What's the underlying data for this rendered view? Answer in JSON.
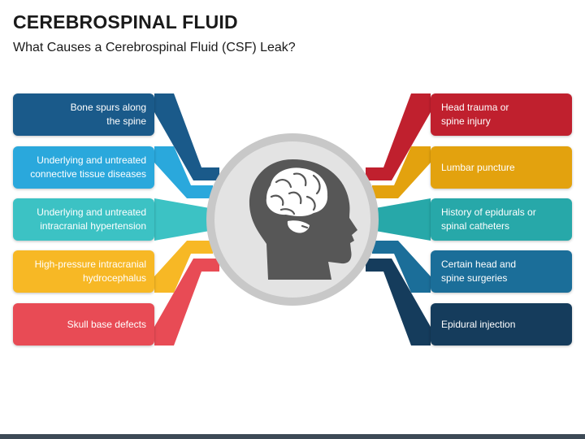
{
  "title": "CEREBROSPINAL FLUID",
  "subtitle": "What Causes a Cerebrospinal Fluid (CSF) Leak?",
  "colors": {
    "navy": "#1a5a8a",
    "sky": "#2aa8dc",
    "teal": "#3cc2c4",
    "yellow": "#f7b825",
    "red": "#e84b55",
    "crimson": "#c0202e",
    "gold": "#e3a20e",
    "teal_dark": "#27a8a9",
    "blue_mid": "#1b6e99",
    "dark_navy": "#153c5c",
    "circle_ring": "#c8c8c8",
    "circle_fill": "#e3e3e3",
    "head": "#575757"
  },
  "center_icon": "human-head-brain-icon",
  "left_causes": [
    {
      "text": "Bone spurs along the spine",
      "color": "#1a5a8a"
    },
    {
      "text": "Underlying and untreated connective tissue diseases",
      "color": "#2aa8dc"
    },
    {
      "text": "Underlying and untreated intracranial hypertension",
      "color": "#3cc2c4"
    },
    {
      "text": "High-pressure intracranial hydrocephalus",
      "color": "#f7b825"
    },
    {
      "text": "Skull base defects",
      "color": "#e84b55"
    }
  ],
  "right_causes": [
    {
      "text": "Head trauma or spine injury",
      "color": "#c0202e"
    },
    {
      "text": "Lumbar puncture",
      "color": "#e3a20e"
    },
    {
      "text": "History of epidurals or spinal catheters",
      "color": "#27a8a9"
    },
    {
      "text": "Certain head and spine surgeries",
      "color": "#1b6e99"
    },
    {
      "text": "Epidural injection",
      "color": "#153c5c"
    }
  ]
}
